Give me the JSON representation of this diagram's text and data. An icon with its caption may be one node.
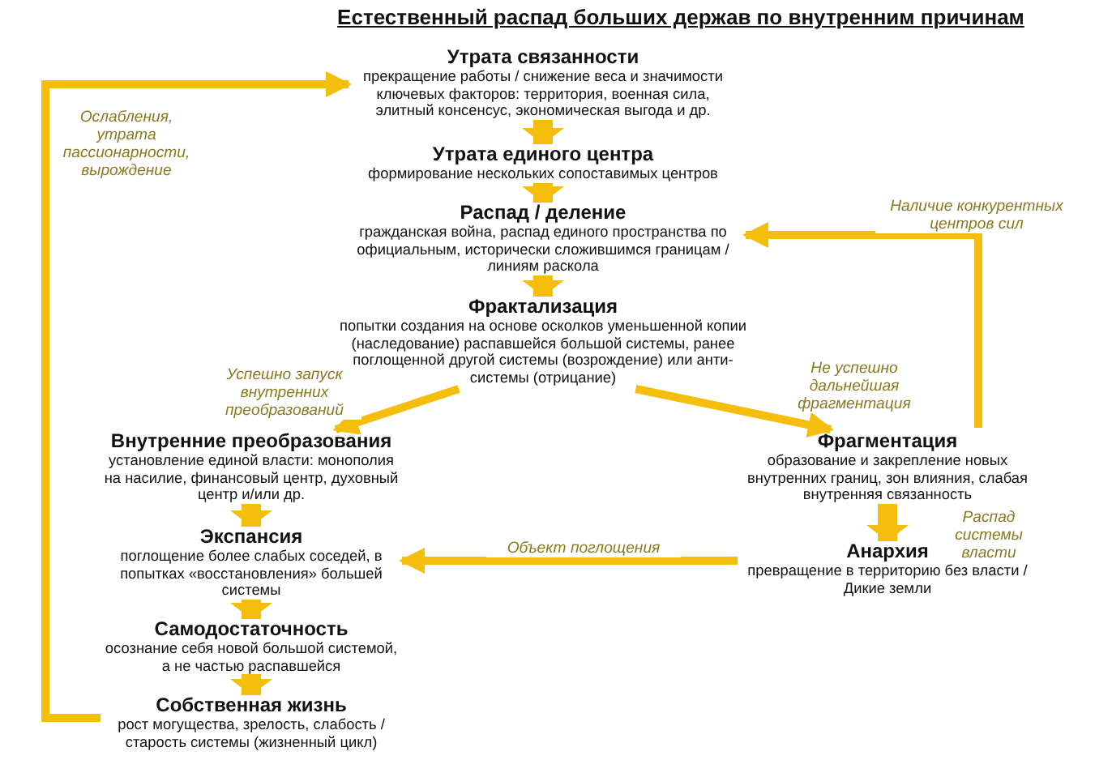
{
  "diagram": {
    "title": "Естественный распад больших держав по внутренним причинам",
    "nodes": [
      {
        "text": [
          "Утрата связанности",
          "прекращение работы / снижение веса и значимости ключевых факторов: территория, военная сила, элитный консенсус, экономическая выгода и др."
        ]
      },
      {
        "text": [
          "Утрата единого центра",
          "формирование нескольких сопоставимых центров"
        ]
      },
      {
        "text": [
          "Распад / деление",
          "гражданская война, распад единого пространства по официальным, исторически сложившимся границам / линиям раскола"
        ]
      },
      {
        "text": [
          "Фрактализация",
          "попытки создания на основе осколков уменьшенной копии (наследование) распавшейся большой системы, ранее поглощенной другой системы (возрождение) или анти-системы (отрицание)"
        ]
      },
      {
        "text": [
          "Внутренние преобразования",
          "установление единой власти: монополия на насилие, финансовый центр, духовный центр и/или др."
        ]
      },
      {
        "text": [
          "Фрагментация",
          "образование и закрепление новых внутренних границ, зон влияния, слабая внутренняя связанность"
        ]
      },
      {
        "text": [
          "Экспансия",
          "поглощение более слабых соседей, в попытках «восстановления» большей системы"
        ]
      },
      {
        "text": [
          "Анархия",
          "превращение в территорию без власти / Дикие земли"
        ]
      },
      {
        "text": [
          "Самодостаточность",
          "осознание себя новой большой системой, а не частью распавшейся"
        ]
      },
      {
        "text": [
          "Собственная жизнь",
          "рост могущества, зрелость, слабость / старость системы (жизненный цикл)"
        ]
      }
    ],
    "edges": [
      {
        "from": 0,
        "to": 1,
        "arrow": "to"
      },
      {
        "from": 1,
        "to": 2,
        "arrow": "to"
      },
      {
        "from": 2,
        "to": 3,
        "arrow": "to"
      },
      {
        "from": 3,
        "to": 4,
        "arrow": "to",
        "label": "Успешно запуск внутренних преобразований"
      },
      {
        "from": 3,
        "to": 5,
        "arrow": "to",
        "label": "Не успешно дальнейшая фрагментация"
      },
      {
        "from": 4,
        "to": 6,
        "arrow": "to"
      },
      {
        "from": 5,
        "to": 7,
        "arrow": "to",
        "label": "Распад системы власти"
      },
      {
        "from": 7,
        "to": 6,
        "arrow": "to",
        "label": "Объект поглощения"
      },
      {
        "from": 6,
        "to": 8,
        "arrow": "to"
      },
      {
        "from": 8,
        "to": 9,
        "arrow": "to"
      },
      {
        "from": 9,
        "to": 0,
        "arrow": "to",
        "label": "Ослабления, утрата пассионарности, вырождение"
      },
      {
        "from": 5,
        "to": 2,
        "arrow": "to",
        "label": "Наличие конкурентных центров сил"
      }
    ]
  }
}
